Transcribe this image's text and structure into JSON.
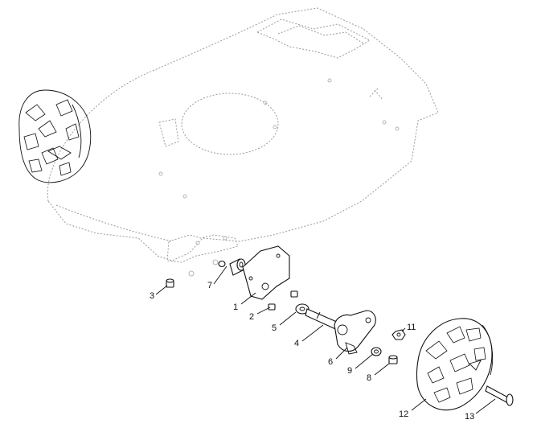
{
  "callouts": [
    {
      "id": "1",
      "label": "1"
    },
    {
      "id": "2",
      "label": "2"
    },
    {
      "id": "3",
      "label": "3"
    },
    {
      "id": "4",
      "label": "4"
    },
    {
      "id": "5",
      "label": "5"
    },
    {
      "id": "6",
      "label": "6"
    },
    {
      "id": "7",
      "label": "7"
    },
    {
      "id": "8",
      "label": "8"
    },
    {
      "id": "9",
      "label": "9"
    },
    {
      "id": "11",
      "label": "11"
    },
    {
      "id": "12",
      "label": "12"
    },
    {
      "id": "13",
      "label": "13"
    }
  ]
}
